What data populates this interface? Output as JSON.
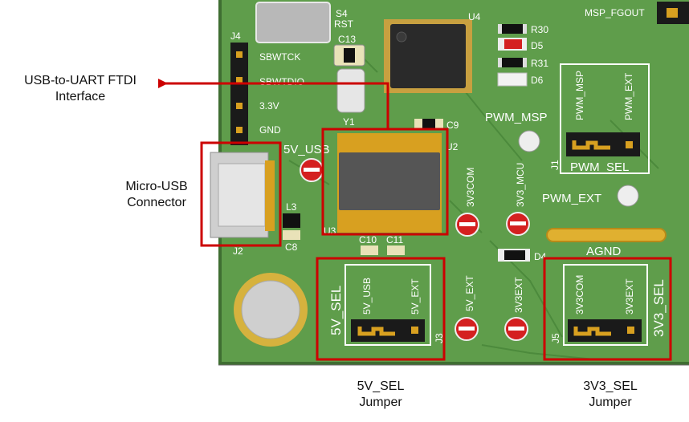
{
  "callouts": {
    "ftdi_line1": "USB-to-UART FTDI",
    "ftdi_line2": "Interface",
    "usb_line1": "Micro-USB",
    "usb_line2": "Connector",
    "sel5_line1": "5V_SEL",
    "sel5_line2": "Jumper",
    "sel33_line1": "3V3_SEL",
    "sel33_line2": "Jumper"
  },
  "silkscreen": {
    "j4": "J4",
    "s4": "S4",
    "rst": "RST",
    "u4": "U4",
    "r30": "R30",
    "d5": "D5",
    "r31": "R31",
    "d6": "D6",
    "c13": "C13",
    "y1": "Y1",
    "sbwtck": "SBWTCK",
    "sbwtdio": "SBWTDIO",
    "v33": "3.3V",
    "gnd": "GND",
    "msp_fgout": "MSP_FGOUT",
    "c9": "C9",
    "u2": "U2",
    "v5_usb": "5V_USB",
    "pwm_msp": "PWM_MSP",
    "pwm_msp_v": "PWM_MSP",
    "pwm_ext_v": "PWM_EXT",
    "j1": "J1",
    "pwm_sel": "PWM_SEL",
    "pwm_ext": "PWM_EXT",
    "v3v3com": "3V3COM",
    "v3v3mcu": "3V3_MCU",
    "agnd": "AGND",
    "l3": "L3",
    "c8": "C8",
    "u3": "U3",
    "j2": "J2",
    "c10": "C10",
    "c11": "C11",
    "d4": "D4",
    "v5_sel": "5V_SEL",
    "v5usb_v": "5V_USB",
    "v5ext_v": "5V_EXT",
    "j3": "J3",
    "tp_5vext": "5V_EXT",
    "tp_3v3ext": "3V3EXT",
    "v3com_v": "3V3COM",
    "v3ext_v": "3V3EXT",
    "j5": "J5",
    "v3v3_sel": "3V3_SEL"
  },
  "colors": {
    "board": "#5f9d4b",
    "callout_box": "#cc0000",
    "arrow": "#cc0000",
    "silk": "#ffffff",
    "pad_gold": "#d8a020"
  }
}
